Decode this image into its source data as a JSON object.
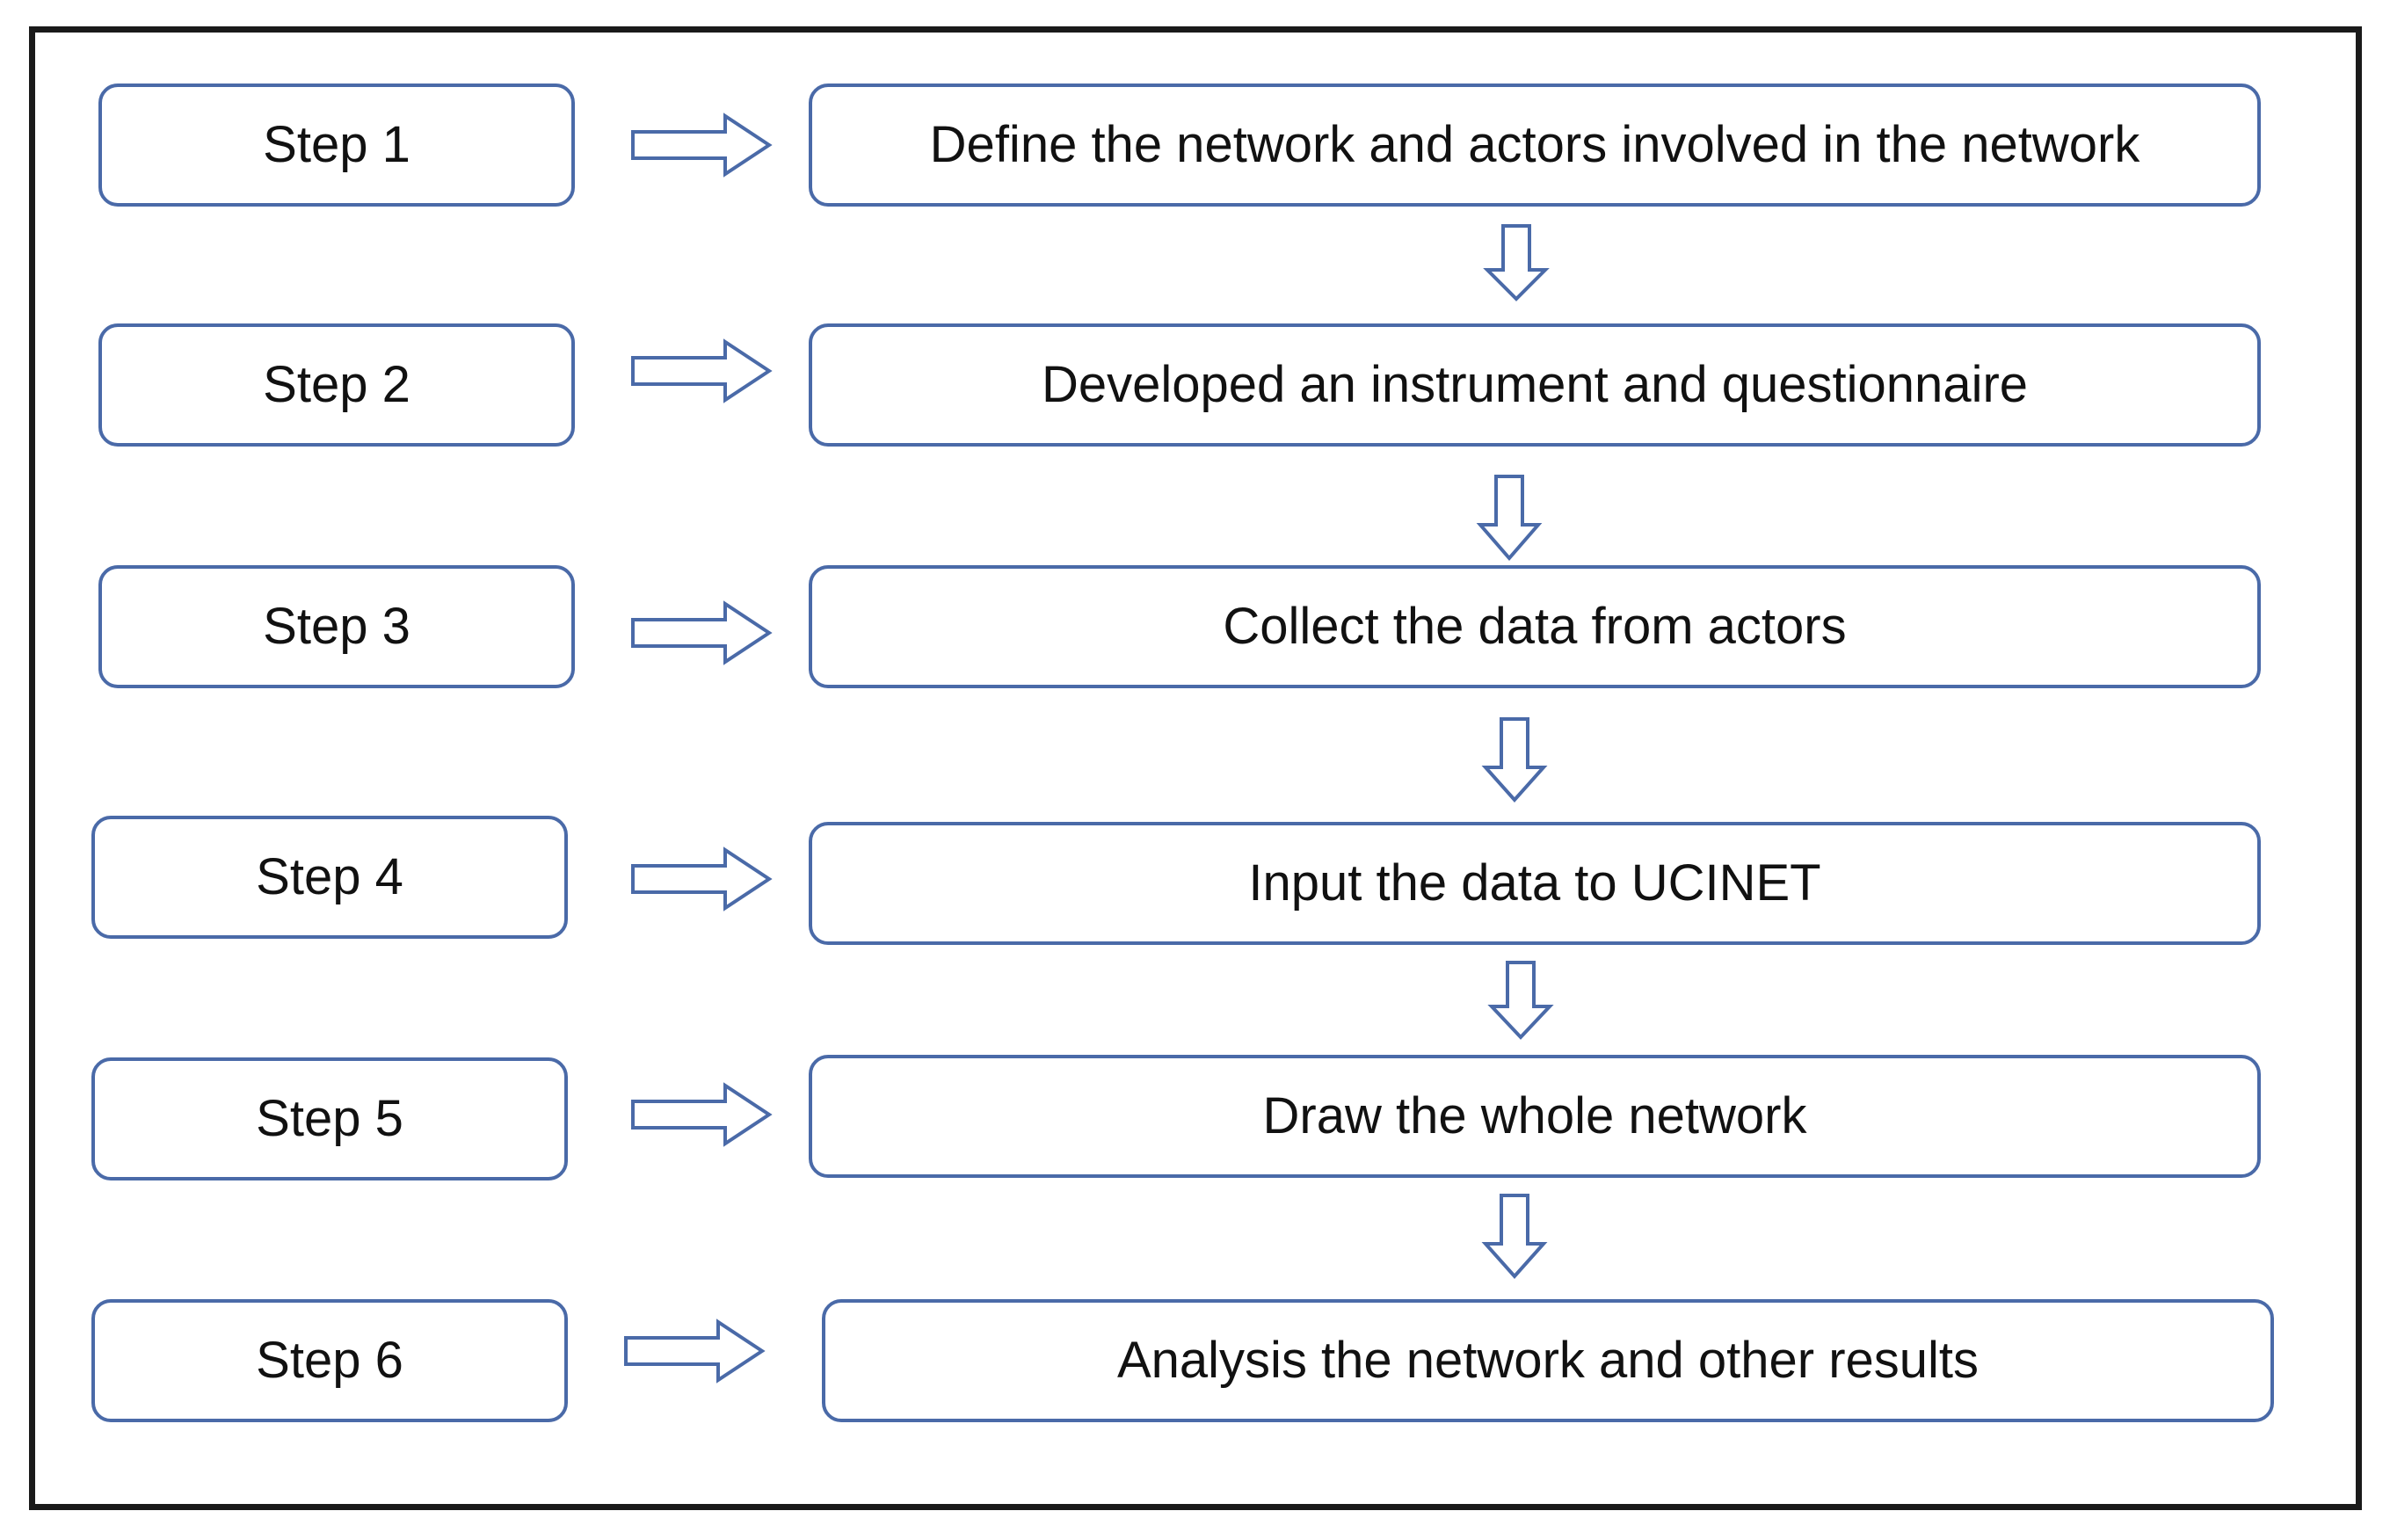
{
  "diagram": {
    "colors": {
      "box_border": "#4a6aa8",
      "frame_border": "#1a1a1a",
      "text": "#111111"
    },
    "steps": [
      {
        "label": "Step 1",
        "description": "Define the network and actors involved in the network"
      },
      {
        "label": "Step 2",
        "description": "Developed an instrument and questionnaire"
      },
      {
        "label": "Step 3",
        "description": "Collect the data from actors"
      },
      {
        "label": "Step 4",
        "description": "Input the data to UCINET"
      },
      {
        "label": "Step 5",
        "description": "Draw the whole network"
      },
      {
        "label": "Step 6",
        "description": "Analysis the network and other results"
      }
    ],
    "arrows": {
      "right_icon": "hollow-right-arrow",
      "down_icon": "hollow-down-arrow"
    }
  }
}
